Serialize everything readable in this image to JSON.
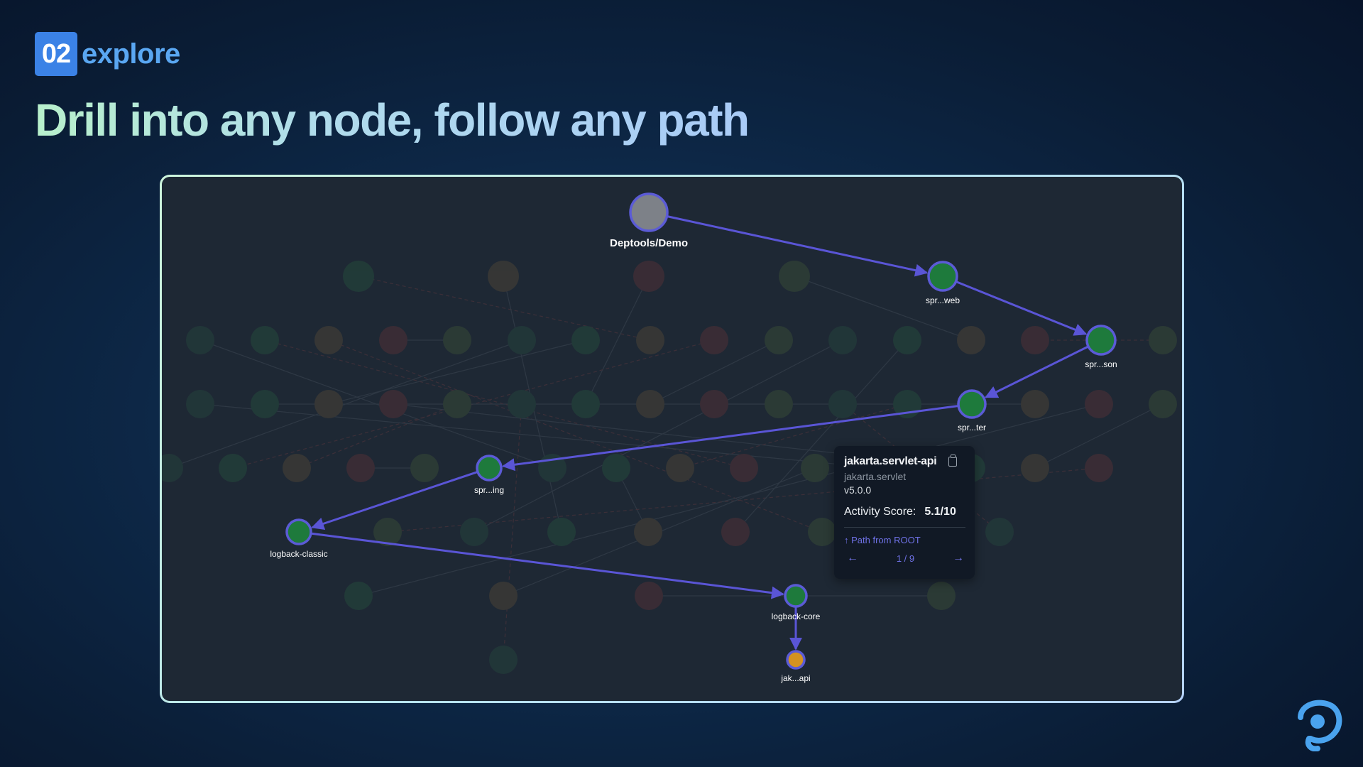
{
  "header": {
    "badge": "02",
    "section_label": "explore"
  },
  "headline": "Drill into any node, follow any path",
  "colors": {
    "accent_blue": "#3b82e6",
    "path_edge": "#5a55d6",
    "node_ring": "#5b5bd6",
    "node_green": "#1e7a3c",
    "node_gray": "#7d8188",
    "node_orange": "#d4921f",
    "panel_bg": "#1e2834"
  },
  "graph": {
    "path_nodes": [
      {
        "id": "root",
        "label": "Deptools/Demo",
        "color": "gray"
      },
      {
        "id": "web",
        "label": "spr...web",
        "color": "green"
      },
      {
        "id": "json",
        "label": "spr...son",
        "color": "green"
      },
      {
        "id": "starter",
        "label": "spr...ter",
        "color": "green"
      },
      {
        "id": "logging",
        "label": "spr...ing",
        "color": "green"
      },
      {
        "id": "logback_classic",
        "label": "logback-classic",
        "color": "green"
      },
      {
        "id": "logback_core",
        "label": "logback-core",
        "color": "green"
      },
      {
        "id": "jakarta",
        "label": "jak...api",
        "color": "orange"
      }
    ],
    "path_edges": [
      [
        "root",
        "web"
      ],
      [
        "web",
        "json"
      ],
      [
        "json",
        "starter"
      ],
      [
        "starter",
        "logging"
      ],
      [
        "logging",
        "logback_classic"
      ],
      [
        "logback_classic",
        "logback_core"
      ],
      [
        "logback_core",
        "jakarta"
      ]
    ]
  },
  "tooltip": {
    "name": "jakarta.servlet-api",
    "group": "jakarta.servlet",
    "version": "v5.0.0",
    "score_label": "Activity Score:",
    "score_value": "5.1/10",
    "path_label": "↑ Path from ROOT",
    "prev_icon": "arrow-left-icon",
    "next_icon": "arrow-right-icon",
    "page": "1 / 9",
    "copy_icon": "clipboard-icon"
  }
}
